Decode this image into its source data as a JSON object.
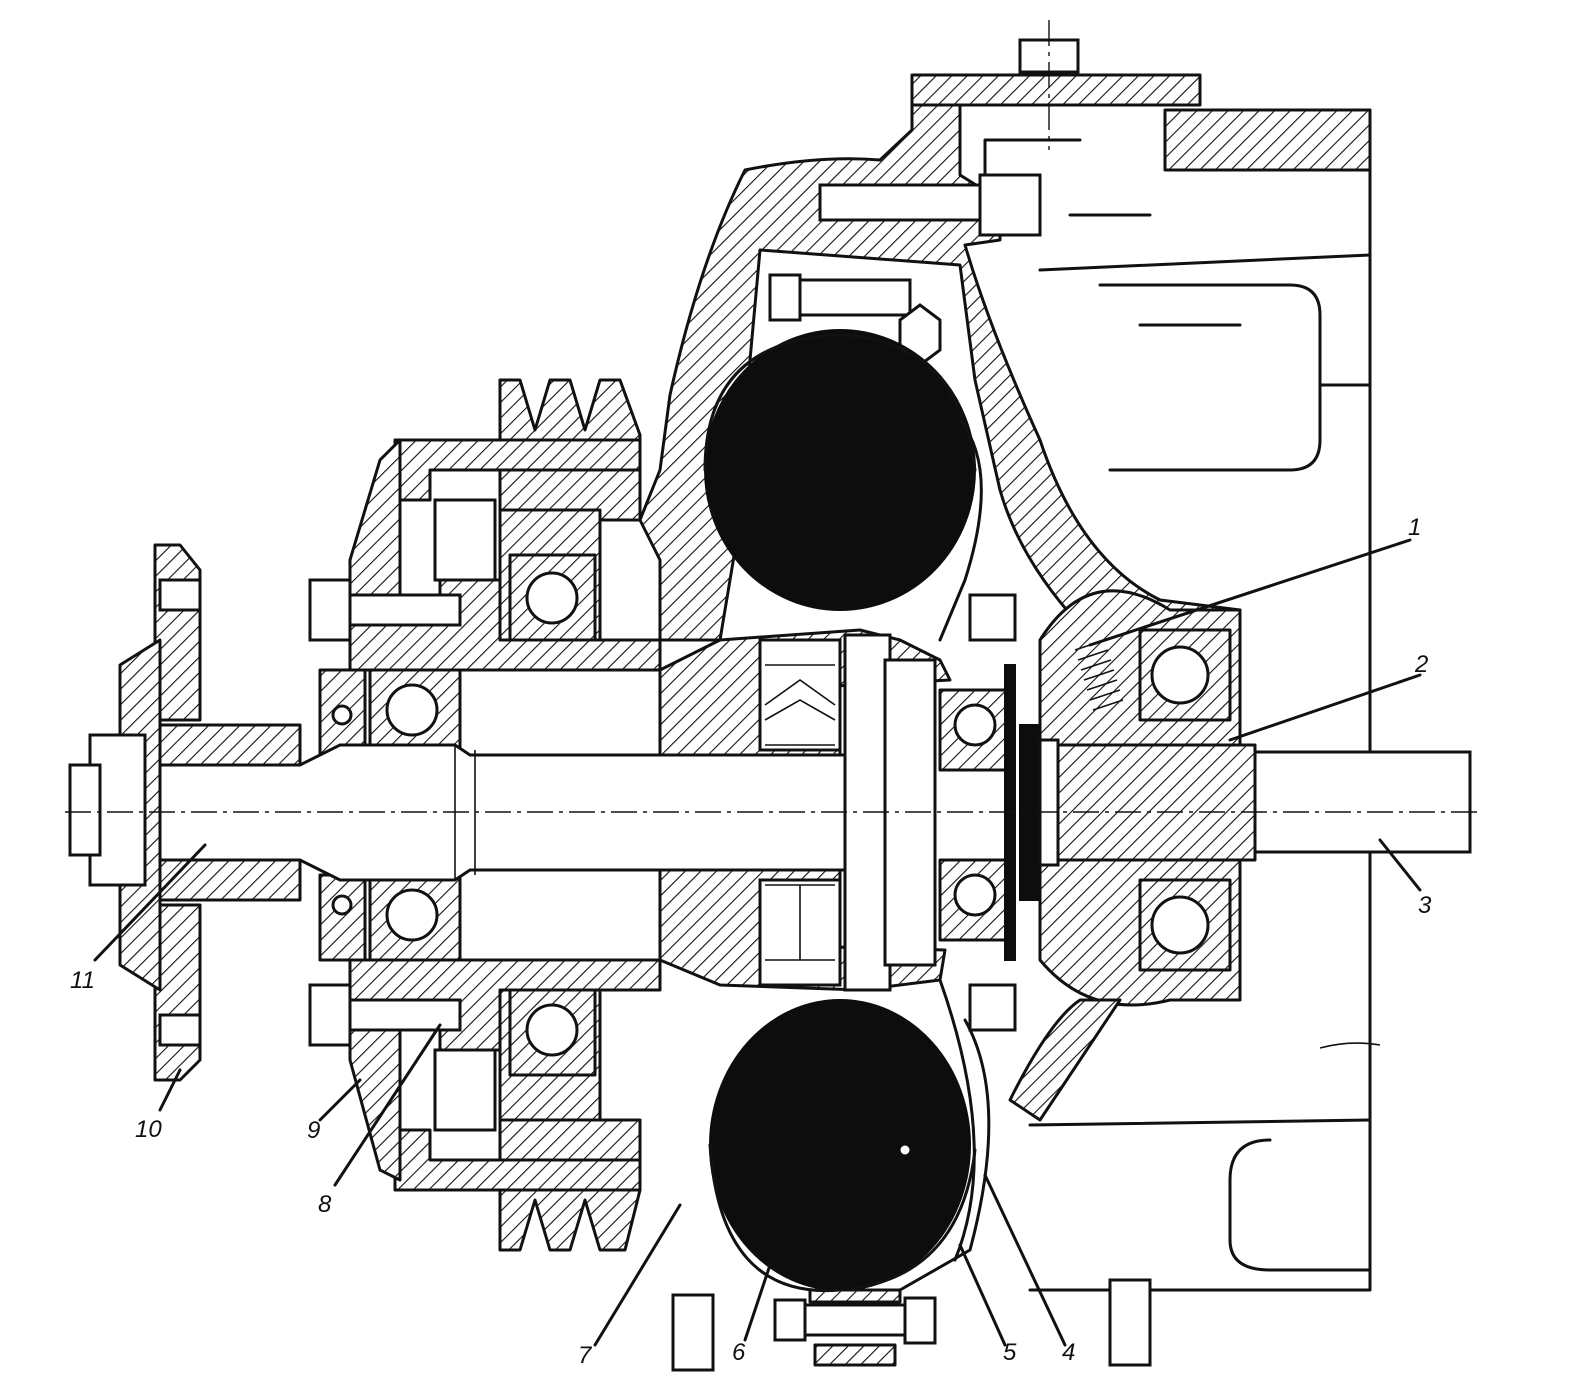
{
  "figure": {
    "callouts": [
      {
        "id": "1",
        "text": "1"
      },
      {
        "id": "2",
        "text": "2"
      },
      {
        "id": "3",
        "text": "3"
      },
      {
        "id": "4",
        "text": "4"
      },
      {
        "id": "5",
        "text": "5"
      },
      {
        "id": "6",
        "text": "6"
      },
      {
        "id": "7",
        "text": "7"
      },
      {
        "id": "8",
        "text": "8"
      },
      {
        "id": "9",
        "text": "9"
      },
      {
        "id": "10",
        "text": "10"
      },
      {
        "id": "11",
        "text": "11"
      }
    ],
    "ink_color": "#111111",
    "background_color": "#ffffff"
  }
}
